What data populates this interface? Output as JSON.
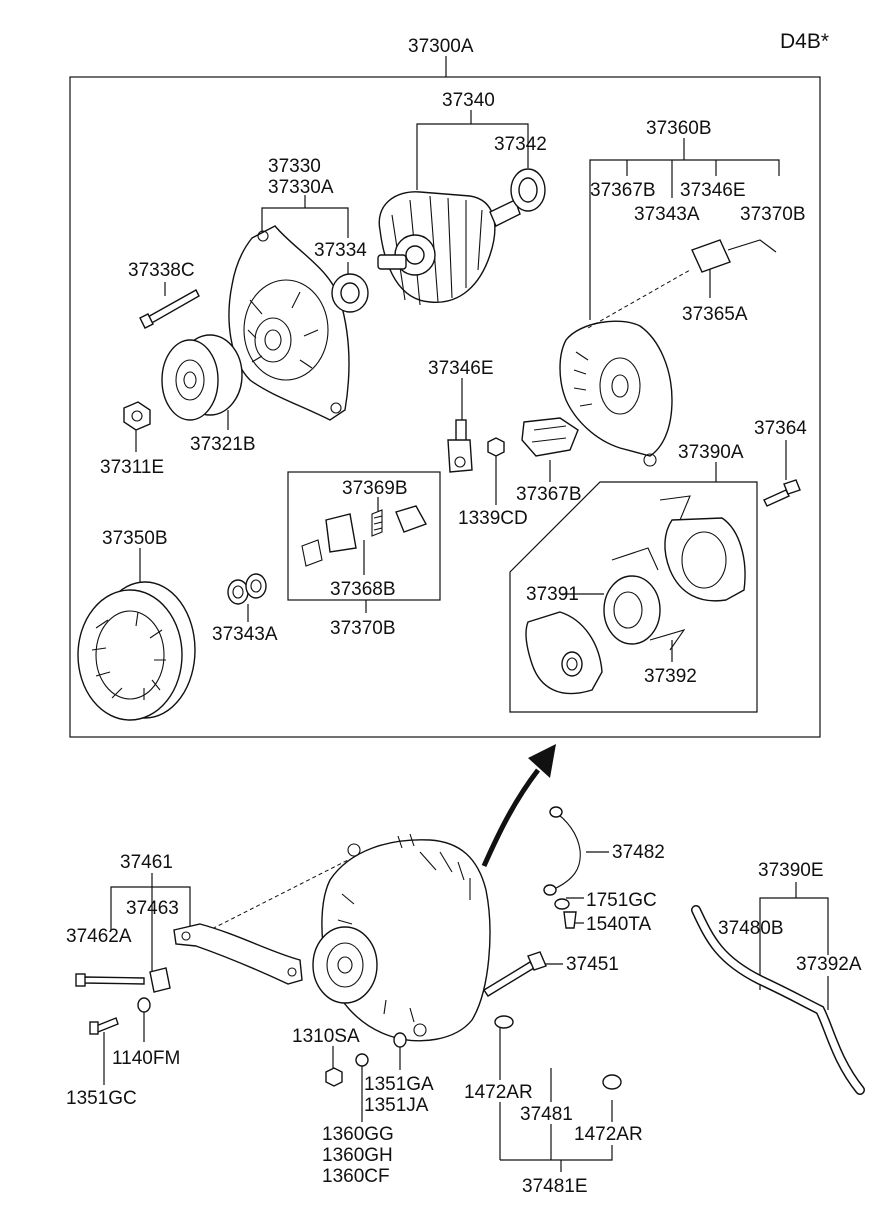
{
  "engine_code": "D4B*",
  "labels": {
    "l37300A": "37300A",
    "l37340": "37340",
    "l37342": "37342",
    "l37360B": "37360B",
    "l37367B_top": "37367B",
    "l37346E_top": "37346E",
    "l37343A_top": "37343A",
    "l37370B_top": "37370B",
    "l37330": "37330",
    "l37330A": "37330A",
    "l37334": "37334",
    "l37338C": "37338C",
    "l37365A": "37365A",
    "l37346E": "37346E",
    "l37364": "37364",
    "l37321B": "37321B",
    "l37311E": "37311E",
    "l37390A": "37390A",
    "l37369B": "37369B",
    "l1339CD": "1339CD",
    "l37367B": "37367B",
    "l37350B": "37350B",
    "l37391": "37391",
    "l37368B": "37368B",
    "l37343A": "37343A",
    "l37370B": "37370B",
    "l37392": "37392",
    "l37482": "37482",
    "l37461": "37461",
    "l37390E": "37390E",
    "l37463": "37463",
    "l1751GC": "1751GC",
    "l37462A": "37462A",
    "l1540TA": "1540TA",
    "l37480B": "37480B",
    "l37392A": "37392A",
    "l37451": "37451",
    "l1310SA": "1310SA",
    "l1140FM": "1140FM",
    "l1351GA": "1351GA",
    "l1351JA": "1351JA",
    "l1472AR_left": "1472AR",
    "l1351GC": "1351GC",
    "l37481": "37481",
    "l1472AR_right": "1472AR",
    "l1360GG": "1360GG",
    "l1360GH": "1360GH",
    "l1360CF": "1360CF",
    "l37481E": "37481E"
  }
}
